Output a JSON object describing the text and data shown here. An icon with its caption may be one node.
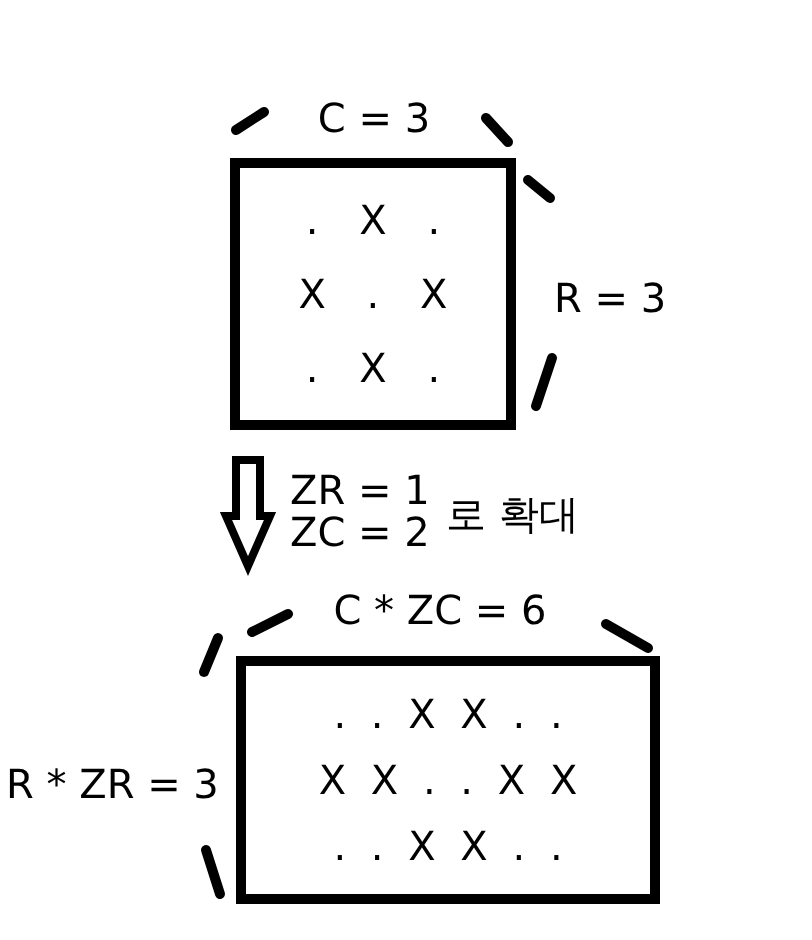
{
  "diagram": {
    "nodes": [
      {
        "text": [
          ". X .",
          "X . X",
          ". X ."
        ],
        "beside": [
          "C = 3",
          "R = 3"
        ]
      },
      {
        "text": [
          ". . X X . .",
          "X X . . X X",
          ". . X X . ."
        ],
        "beside": [
          "C * ZC = 6",
          "R * ZR = 3"
        ]
      }
    ],
    "edges": [
      {
        "from": 0,
        "to": 1,
        "arrow": "to"
      }
    ],
    "labels": [
      "ZR = 1",
      "ZC = 2",
      "로 확대"
    ]
  }
}
